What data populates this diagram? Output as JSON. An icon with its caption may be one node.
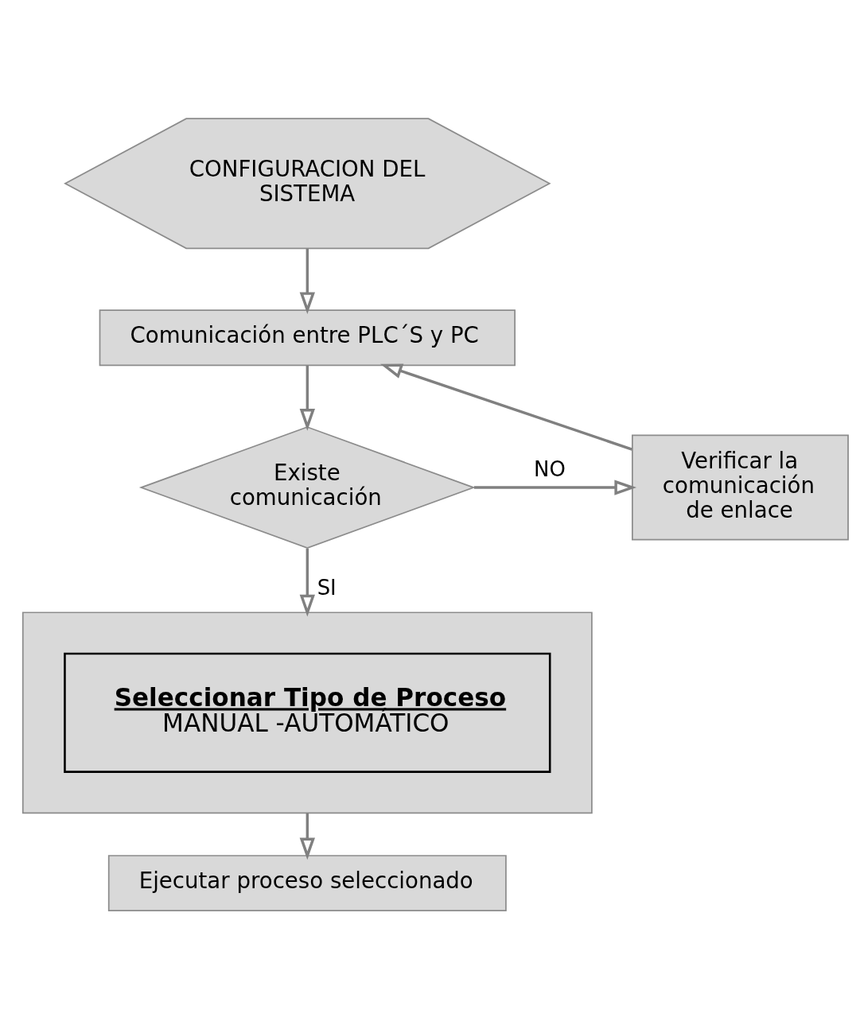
{
  "diagram": {
    "nodes": [
      {
        "text": [
          "CONFIGURACION DEL SISTEMA"
        ]
      },
      {
        "text": [
          "Comunicación entre PLC´S y PC"
        ]
      },
      {
        "text": [
          "Existe comunicación"
        ]
      },
      {
        "text": [
          "Verificar la comunicación de enlace"
        ]
      },
      {
        "text": [],
        "shape": "box"
      },
      {
        "text": [
          "Seleccionar Tipo de Proceso",
          "MANUAL -AUTOMÁTICO"
        ],
        "in": 4
      },
      {
        "text": [
          "Ejecutar proceso seleccionado"
        ]
      }
    ],
    "edges": [
      {
        "from": 0,
        "to": 1,
        "arrow": "to"
      },
      {
        "from": 1,
        "to": 2,
        "arrow": "to"
      },
      {
        "from": 2,
        "to": 3,
        "arrow": "to",
        "label": "NO"
      },
      {
        "from": 3,
        "to": 1,
        "arrow": "to"
      },
      {
        "from": 2,
        "to": 4,
        "arrow": "to",
        "label": "SI"
      },
      {
        "from": 4,
        "to": 6,
        "arrow": "to"
      }
    ]
  }
}
